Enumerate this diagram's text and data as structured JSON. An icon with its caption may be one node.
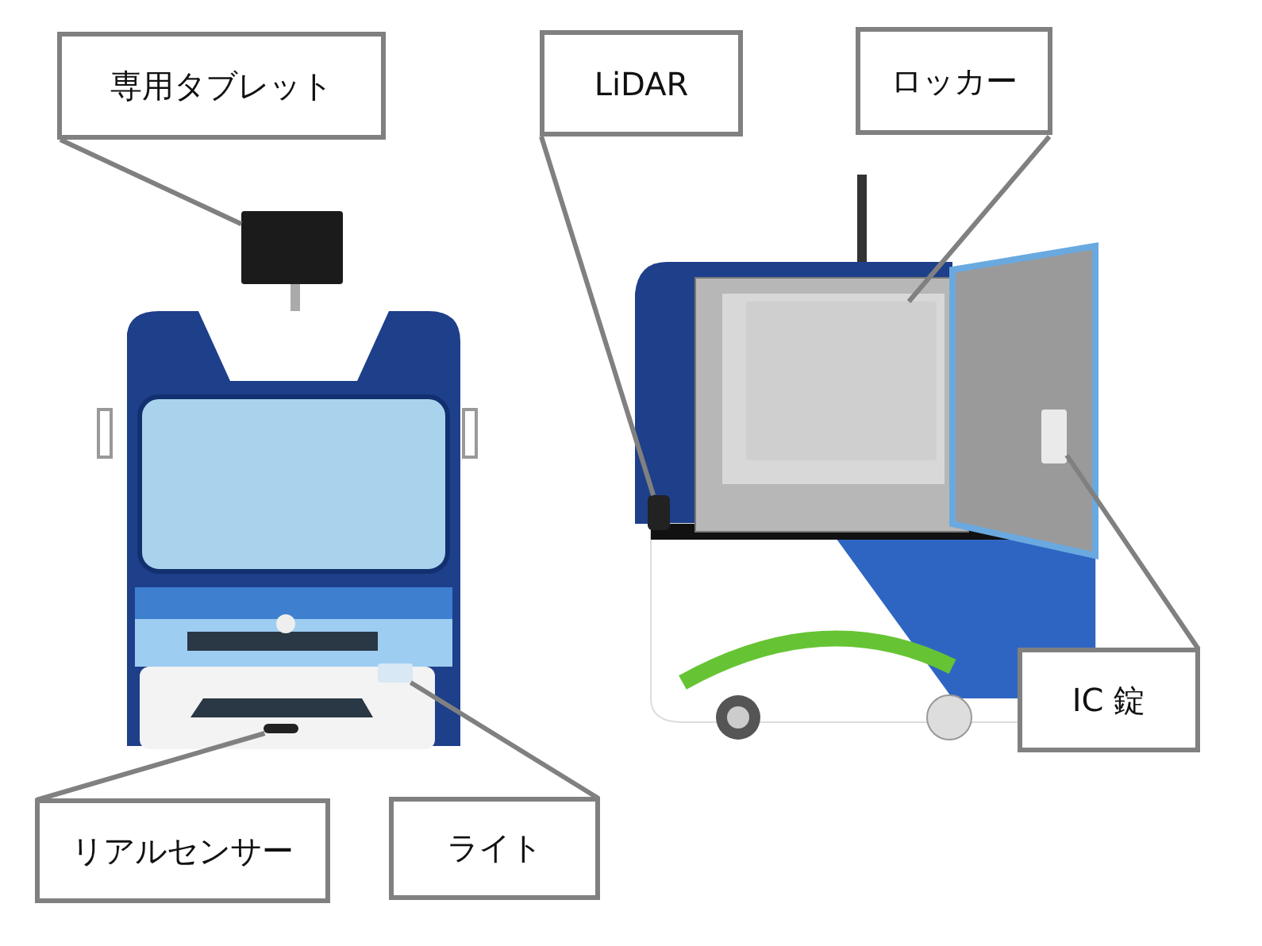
{
  "diagram": {
    "nodes": [
      {
        "text": [
          "専用タブレット"
        ]
      },
      {
        "text": [
          "LiDAR"
        ]
      },
      {
        "text": [
          "ロッカー"
        ]
      },
      {
        "text": [
          "IC 錠"
        ]
      },
      {
        "text": [
          "リアルセンサー"
        ]
      },
      {
        "text": [
          "ライト"
        ]
      },
      {
        "text": [],
        "shape": "box"
      },
      {
        "text": [],
        "shape": "bar"
      },
      {
        "text": [],
        "shape": "box"
      },
      {
        "text": [],
        "shape": "box"
      },
      {
        "text": [],
        "shape": "box"
      },
      {
        "text": [],
        "shape": "bar"
      }
    ],
    "edges": [
      {
        "from": 0,
        "to": 6,
        "arrow": "none"
      },
      {
        "from": 1,
        "to": 7,
        "arrow": "none"
      },
      {
        "from": 2,
        "to": 8,
        "arrow": "none"
      },
      {
        "from": 3,
        "to": 9,
        "arrow": "none"
      },
      {
        "from": 4,
        "to": 11,
        "arrow": "none"
      },
      {
        "from": 5,
        "to": 10,
        "arrow": "none"
      }
    ]
  }
}
